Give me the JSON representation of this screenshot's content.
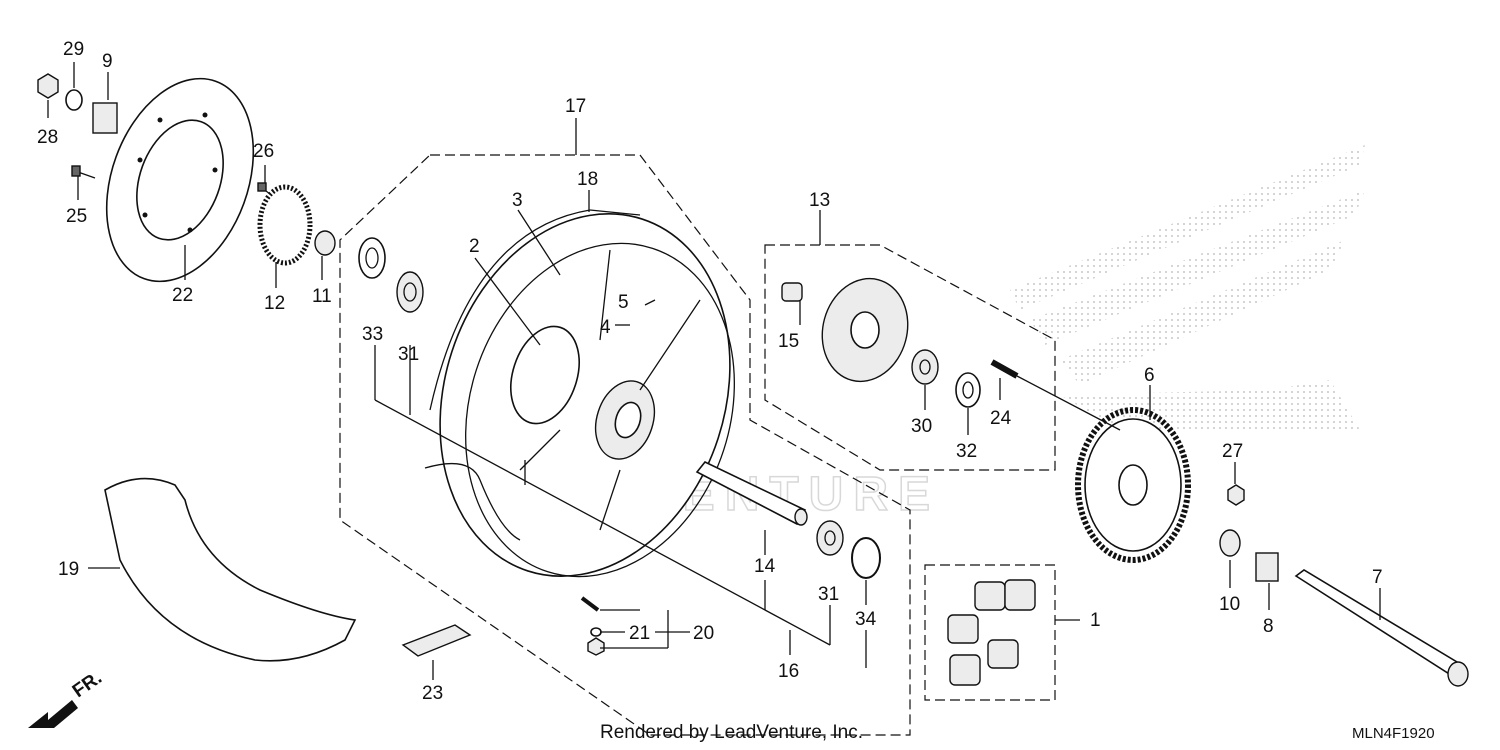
{
  "diagram": {
    "part_numbers": [
      "1",
      "2",
      "3",
      "4",
      "5",
      "6",
      "7",
      "8",
      "9",
      "10",
      "11",
      "12",
      "13",
      "14",
      "15",
      "16",
      "17",
      "18",
      "19",
      "20",
      "21",
      "22",
      "23",
      "24",
      "25",
      "26",
      "27",
      "28",
      "29",
      "30",
      "31",
      "31",
      "32",
      "33",
      "34"
    ],
    "footer_text": "Rendered by LeadVenture, Inc.",
    "drawing_code": "MLN4F1920",
    "direction_label": "FR.",
    "watermark_text": "LEADVENTURE"
  }
}
